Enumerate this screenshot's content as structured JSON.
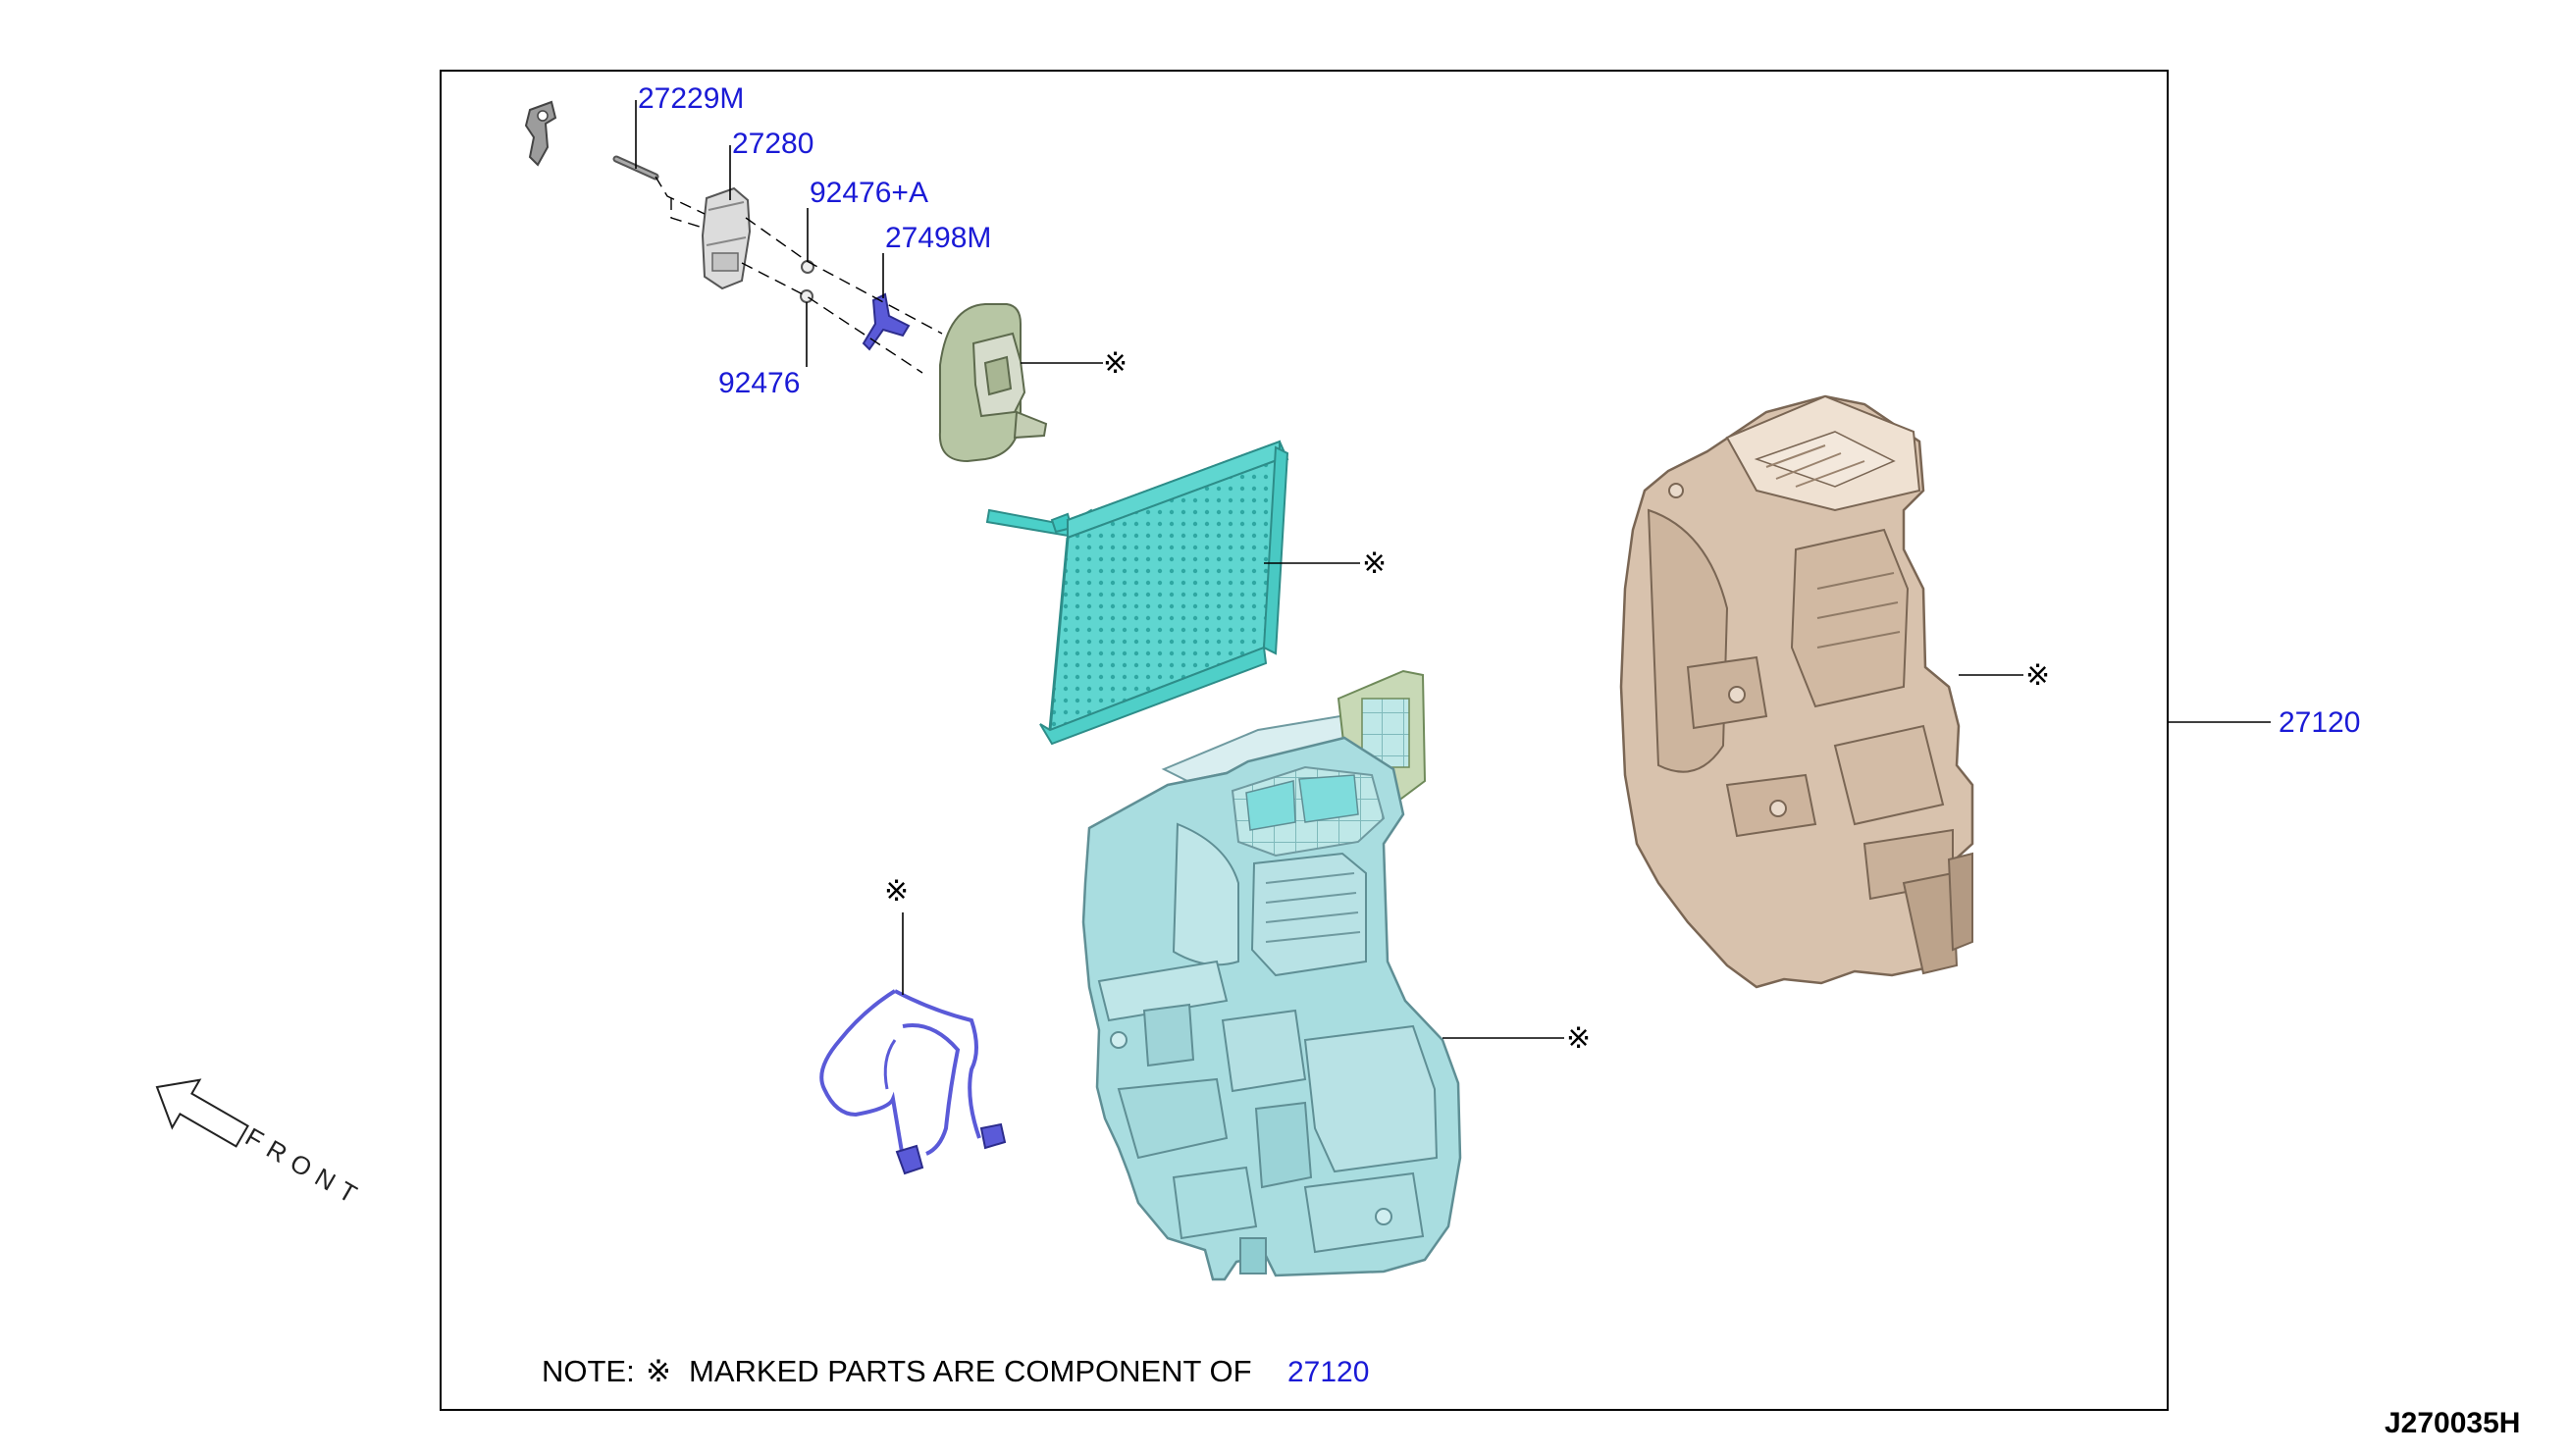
{
  "labels": {
    "p27229m": "27229M",
    "p27280": "27280",
    "p92476a": "92476+A",
    "p27498m": "27498M",
    "p92476": "92476",
    "p27120": "27120"
  },
  "mark": "※",
  "note": {
    "prefix": "NOTE:",
    "mark": "※",
    "text": "MARKED PARTS ARE COMPONENT OF",
    "part": "27120"
  },
  "front_label": "FRONT",
  "diagram_code": "J270035H",
  "colors": {
    "part_number": "#1a1ad6",
    "evaporator": "#5fd6d0",
    "heater_case": "#a9dde0",
    "side_case": "#d8c2ad",
    "blower_housing": "#b7c6a4",
    "harness": "#5a5ad8"
  }
}
